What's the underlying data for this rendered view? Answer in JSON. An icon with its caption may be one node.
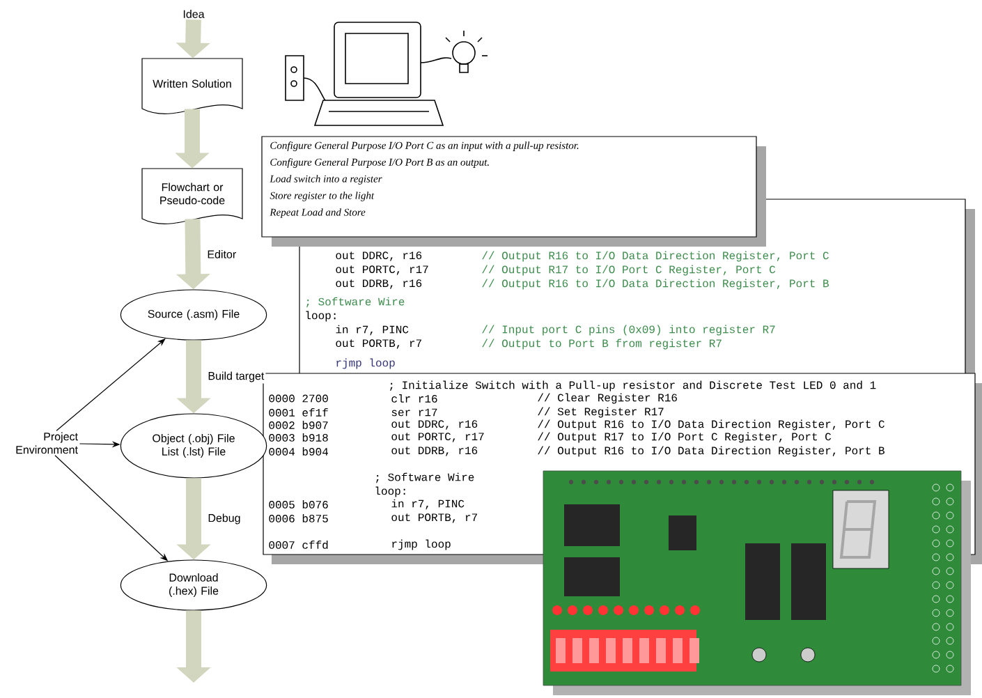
{
  "diagram": {
    "nodes": [
      {
        "text": [
          "Idea"
        ]
      },
      {
        "text": [
          "Written Solution"
        ]
      },
      {
        "text": [
          "Flowchart or Pseudo-code"
        ]
      },
      {
        "text": [
          "Source (.asm) File"
        ]
      },
      {
        "text": [
          "Object (.obj) File List (.lst) File"
        ]
      },
      {
        "text": [
          "Download (.hex) File"
        ]
      },
      {
        "text": [
          "Project Environment"
        ]
      }
    ],
    "edges": [
      {
        "from": 0,
        "to": 1,
        "arrow": "to"
      },
      {
        "from": 1,
        "to": 2,
        "arrow": "to"
      },
      {
        "from": 2,
        "to": 3,
        "arrow": "to",
        "label": "Editor"
      },
      {
        "from": 3,
        "to": 4,
        "arrow": "to",
        "label": "Build target"
      },
      {
        "from": 4,
        "to": 5,
        "arrow": "to",
        "label": "Debug"
      },
      {
        "from": 5,
        "to": null,
        "arrow": "to"
      },
      {
        "from": 6,
        "to": 3,
        "arrow": "to",
        "color": "#000000"
      },
      {
        "from": 6,
        "to": 4,
        "arrow": "to",
        "color": "#000000"
      },
      {
        "from": 6,
        "to": 5,
        "arrow": "to",
        "color": "#000000"
      }
    ],
    "labels": [
      "Configure General Purpose I/O Port C as an input with a pull-up resistor.",
      "Configure General Purpose I/O Port B as an output.",
      "Load switch into a register",
      "Store register to the light",
      "Repeat Load and Store",
      "out DDRC, r16",
      "// Output R16 to I/O Data Direction Register, Port C",
      "out PORTC, r17",
      "// Output R17 to I/O Port C Register, Port C",
      "out DDRB, r16",
      "// Output R16 to I/O Data Direction Register, Port B",
      "; Software Wire",
      "loop:",
      "in r7, PINC",
      "// Input port C pins (0x09) into register R7",
      "out PORTB, r7",
      "// Output to Port B from register R7",
      "rjmp loop",
      "; Initialize Switch with a Pull-up resistor and Discrete Test LED 0 and 1",
      "0000 2700",
      "clr r16",
      "// Clear Register R16",
      "0001 ef1f",
      "ser r17",
      "// Set Register R17",
      "0002 b907",
      "out DDRC, r16",
      "// Output R16 to I/O Data Direction Register, Port C",
      "0003 b918",
      "out PORTC, r17",
      "// Output R17 to I/O Port C Register, Port C",
      "0004 b904",
      "out DDRB, r16",
      "// Output R16 to I/O Data Direction Register, Port B",
      "; Software Wire",
      "loop:",
      "0005 b076",
      "in r7, PINC",
      "0006 b875",
      "out PORTB, r7",
      "0007 cffd",
      "rjmp loop"
    ]
  }
}
